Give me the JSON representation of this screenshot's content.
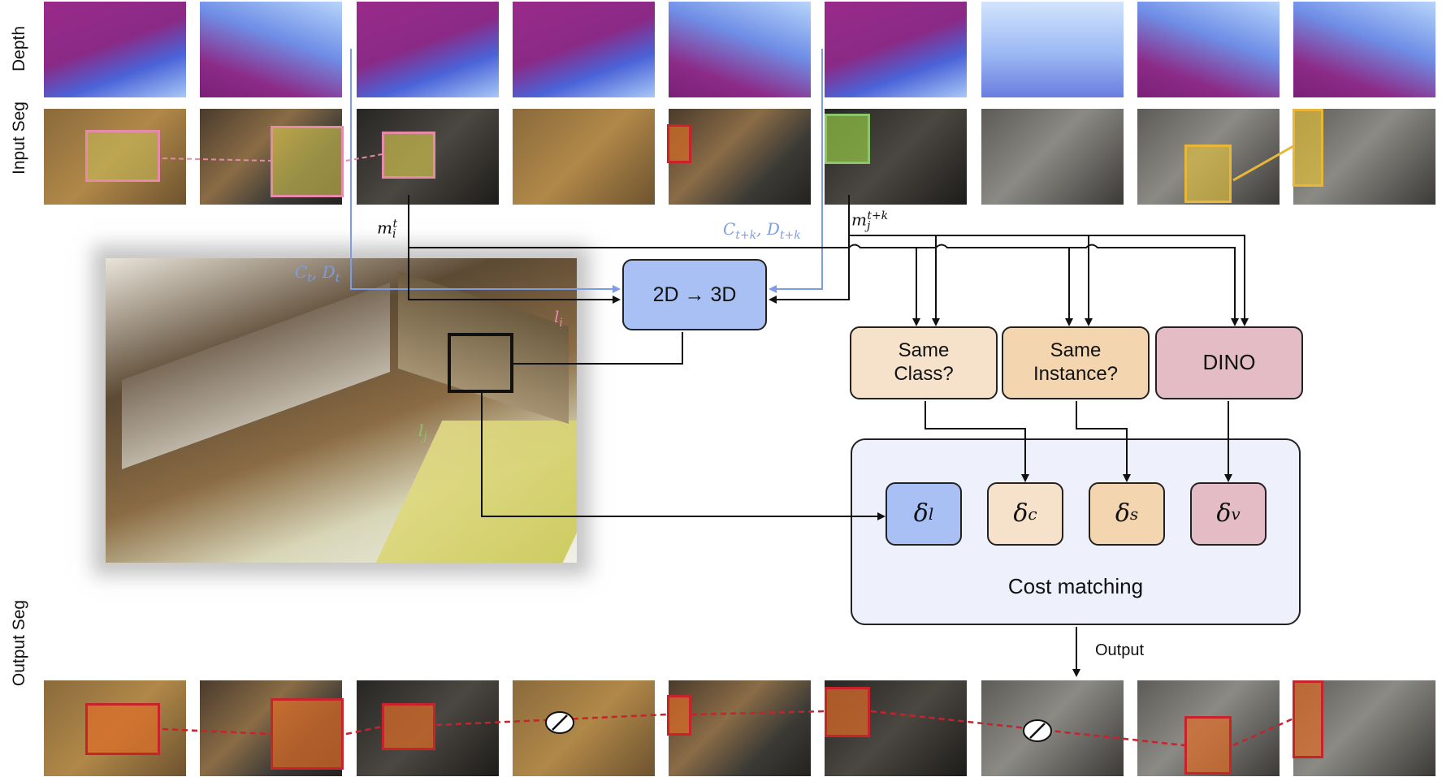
{
  "rows": {
    "depth": "Depth",
    "input_seg": "Input Seg",
    "output_seg": "Output Seg"
  },
  "nodes": {
    "lift": "2D → 3D",
    "same_class": "Same\nClass?",
    "same_class_l1": "Same",
    "same_class_l2": "Class?",
    "same_instance_l1": "Same",
    "same_instance_l2": "Instance?",
    "dino": "DINO",
    "cost_matching": "Cost matching",
    "delta_l": "δ",
    "delta_l_sub": "l",
    "delta_c": "δ",
    "delta_c_sub": "c",
    "delta_s": "δ",
    "delta_s_sub": "s",
    "delta_v": "δ",
    "delta_v_sub": "v"
  },
  "labels": {
    "m_i": "m",
    "m_i_sub": "i",
    "m_i_sup": "t",
    "m_j": "m",
    "m_j_sub": "j",
    "m_j_sup": "t+k",
    "ct_dt": "C",
    "ct_sub": "t",
    "dt": "D",
    "dt_sub": "t",
    "ctk": "C",
    "ctk_sub": "t+k",
    "dtk": "D",
    "dtk_sub": "t+k",
    "l_i": "l",
    "l_i_sub": "i",
    "l_j": "l",
    "l_j_sub": "j",
    "output": "Output"
  },
  "colors": {
    "lift_fill": "#a9c0f5",
    "blue_line": "#7e9be6",
    "class_fill": "#f6e2cb",
    "instance_fill": "#f3d6b0",
    "dino_fill": "#e3bcc6",
    "cost_fill": "#eef0fc",
    "delta_l_fill": "#a9c0f5",
    "pink": "#e58aa8",
    "green": "#8cc56b",
    "red": "#c8232b",
    "yellow": "#e8b73a"
  }
}
